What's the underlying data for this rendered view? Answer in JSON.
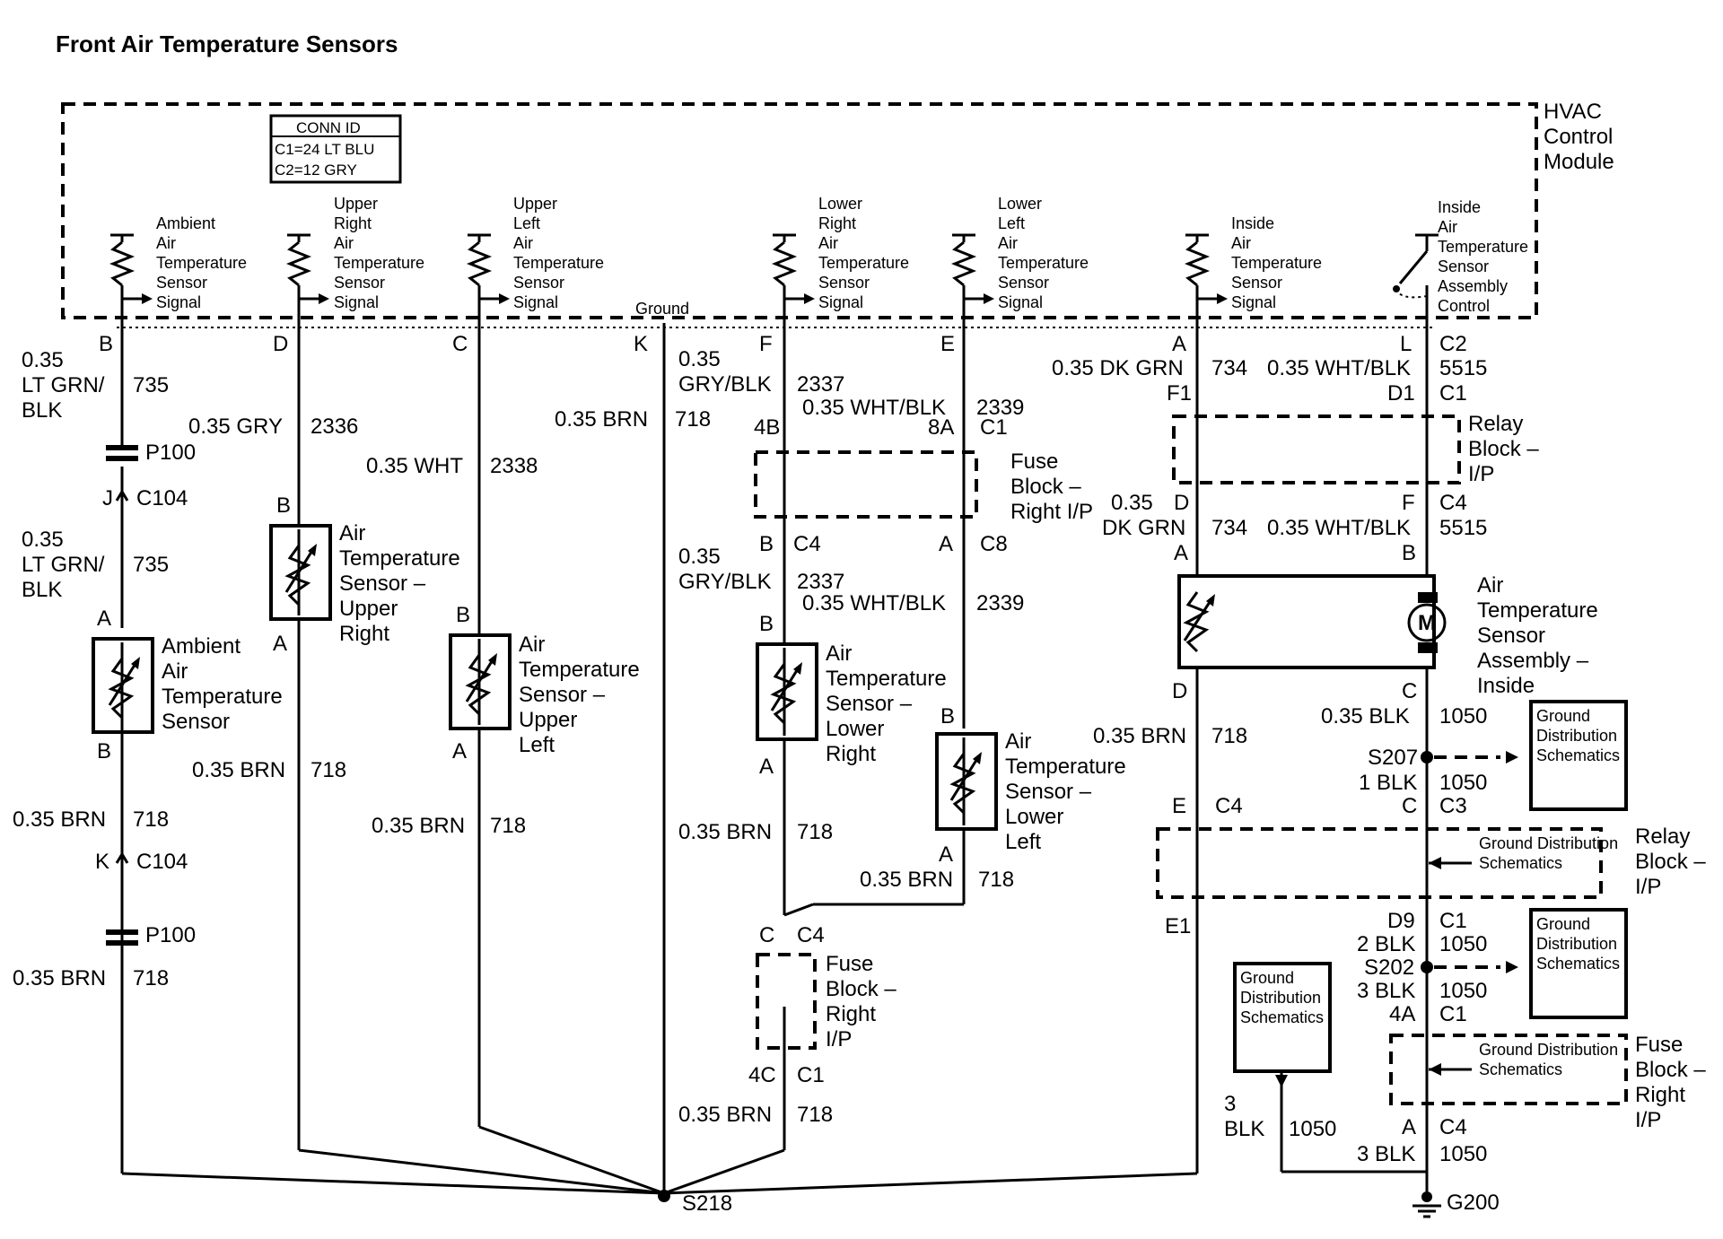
{
  "title": "Front Air Temperature Sensors",
  "module": {
    "line1": "HVAC",
    "line2": "Control",
    "line3": "Module"
  },
  "conn_id": {
    "header": "CONN ID",
    "c1": "C1=24 LT BLU",
    "c2": "C2=12 GRY"
  },
  "signals": [
    [
      "Ambient",
      "Air",
      "Temperature",
      "Sensor",
      "Signal"
    ],
    [
      "Upper",
      "Right",
      "Air",
      "Temperature",
      "Sensor",
      "Signal"
    ],
    [
      "Upper",
      "Left",
      "Air",
      "Temperature",
      "Sensor",
      "Signal"
    ],
    [
      "Lower",
      "Right",
      "Air",
      "Temperature",
      "Sensor",
      "Signal"
    ],
    [
      "Lower",
      "Left",
      "Air",
      "Temperature",
      "Sensor",
      "Signal"
    ],
    [
      "Inside",
      "Air",
      "Temperature",
      "Sensor",
      "Signal"
    ],
    [
      "Inside",
      "Air",
      "Temperature",
      "Sensor",
      "Assembly",
      "Control"
    ]
  ],
  "ground_label": "Ground",
  "pins": {
    "B": "B",
    "D": "D",
    "C": "C",
    "K": "K",
    "F": "F",
    "E": "E",
    "A": "A",
    "L": "L",
    "C1": "C1",
    "C2": "C2",
    "C3": "C3",
    "C4": "C4",
    "C8": "C8",
    "F1": "F1",
    "D1": "D1",
    "D9": "D9",
    "E1": "E1",
    "J": "J",
    "p4B": "4B",
    "p8A": "8A",
    "p4C": "4C",
    "p4A": "4A",
    "C104": "C104"
  },
  "wires": {
    "w035": "0.35",
    "ltgrnblk_1": "LT GRN/",
    "ltgrnblk_2": "BLK",
    "n735": "735",
    "gry": "0.35 GRY",
    "n2336": "2336",
    "wht": "0.35 WHT",
    "n2338": "2338",
    "brn": "0.35 BRN",
    "n718": "718",
    "gryblk": "GRY/BLK",
    "n2337": "2337",
    "whtblk": "0.35 WHT/BLK",
    "n2339": "2339",
    "dkgrn": "0.35 DK GRN",
    "dkgrn_2": "DK GRN",
    "n734": "734",
    "n5515": "5515",
    "whtblk_short": "WHT/BLK",
    "blk035": "0.35 BLK",
    "n1050": "1050",
    "blk1": "1 BLK",
    "blk2": "2 BLK",
    "blk3": "3 BLK",
    "n3": "3",
    "blk": "BLK"
  },
  "components": {
    "p100": "P100",
    "s218": "S218",
    "s207": "S207",
    "s202": "S202",
    "g200": "G200",
    "m": "M"
  },
  "sensor_labels": {
    "ambient": [
      "Ambient",
      "Air",
      "Temperature",
      "Sensor"
    ],
    "upper_right": [
      "Air",
      "Temperature",
      "Sensor –",
      "Upper",
      "Right"
    ],
    "upper_left": [
      "Air",
      "Temperature",
      "Sensor –",
      "Upper",
      "Left"
    ],
    "lower_right": [
      "Air",
      "Temperature",
      "Sensor –",
      "Lower",
      "Right"
    ],
    "lower_left": [
      "Air",
      "Temperature",
      "Sensor –",
      "Lower",
      "Left"
    ],
    "inside": [
      "Air",
      "Temperature",
      "Sensor",
      "Assembly –",
      "Inside"
    ]
  },
  "blocks": {
    "fuse_rip_1": [
      "Fuse",
      "Block –",
      "Right I/P"
    ],
    "fuse_rip_2": [
      "Fuse",
      "Block –",
      "Right",
      "I/P"
    ],
    "fuse_rip_3": [
      "Fuse",
      "Block –",
      "Right",
      "I/P"
    ],
    "relay_ip_1": [
      "Relay",
      "Block –",
      "I/P"
    ],
    "relay_ip_2": [
      "Relay",
      "Block –",
      "I/P"
    ]
  },
  "ground_dist": [
    "Ground",
    "Distribution",
    "Schematics"
  ],
  "ground_dist_inline": [
    "Ground Distribution",
    "Schematics"
  ]
}
